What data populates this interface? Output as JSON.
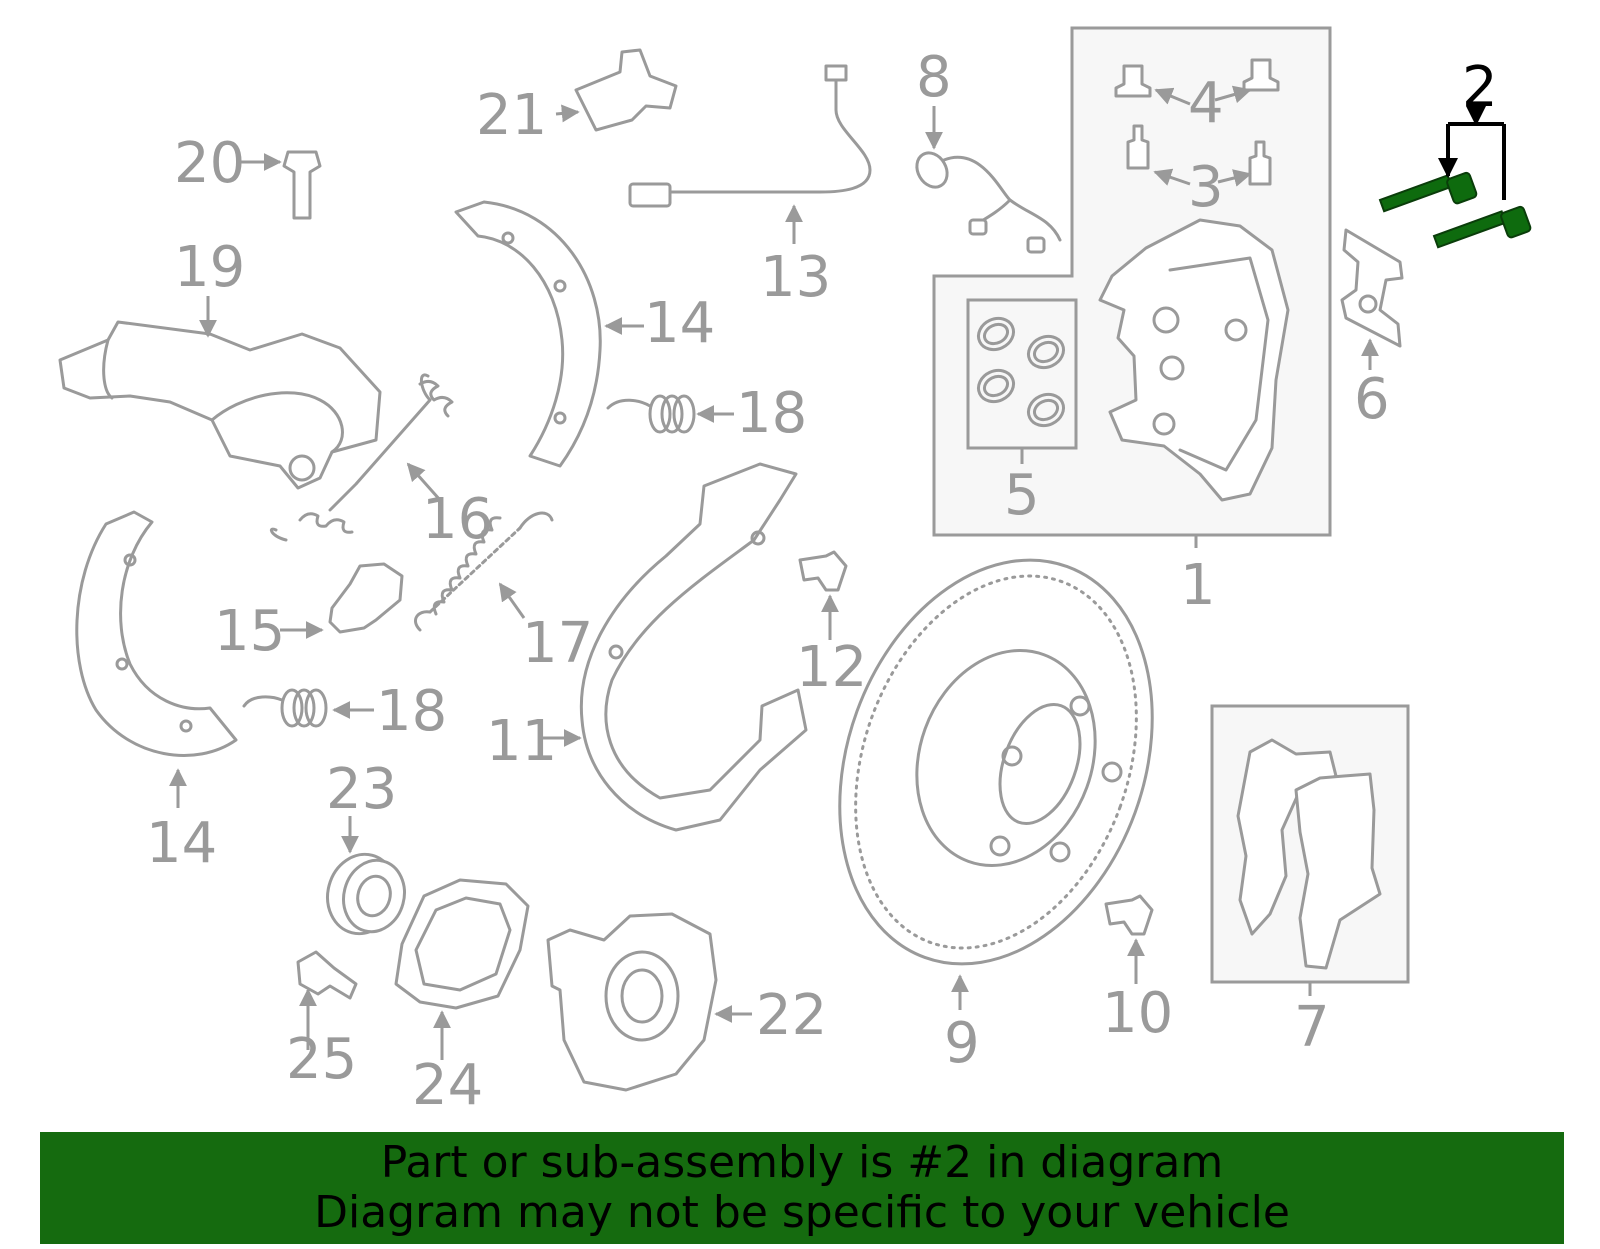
{
  "diagram": {
    "highlight_color": "#156b0f",
    "callouts": {
      "n1": "1",
      "n2": "2",
      "n3": "3",
      "n4": "4",
      "n5": "5",
      "n6": "6",
      "n7": "7",
      "n8": "8",
      "n9": "9",
      "n10": "10",
      "n11": "11",
      "n12": "12",
      "n13": "13",
      "n14a": "14",
      "n14b": "14",
      "n15": "15",
      "n16": "16",
      "n17": "17",
      "n18a": "18",
      "n18b": "18",
      "n19": "19",
      "n20": "20",
      "n21": "21",
      "n22": "22",
      "n23": "23",
      "n24": "24",
      "n25": "25"
    }
  },
  "banner": {
    "line1": "Part or sub-assembly is #2 in diagram",
    "line2": "Diagram may not be specific to your vehicle",
    "background": "#156b0f"
  }
}
